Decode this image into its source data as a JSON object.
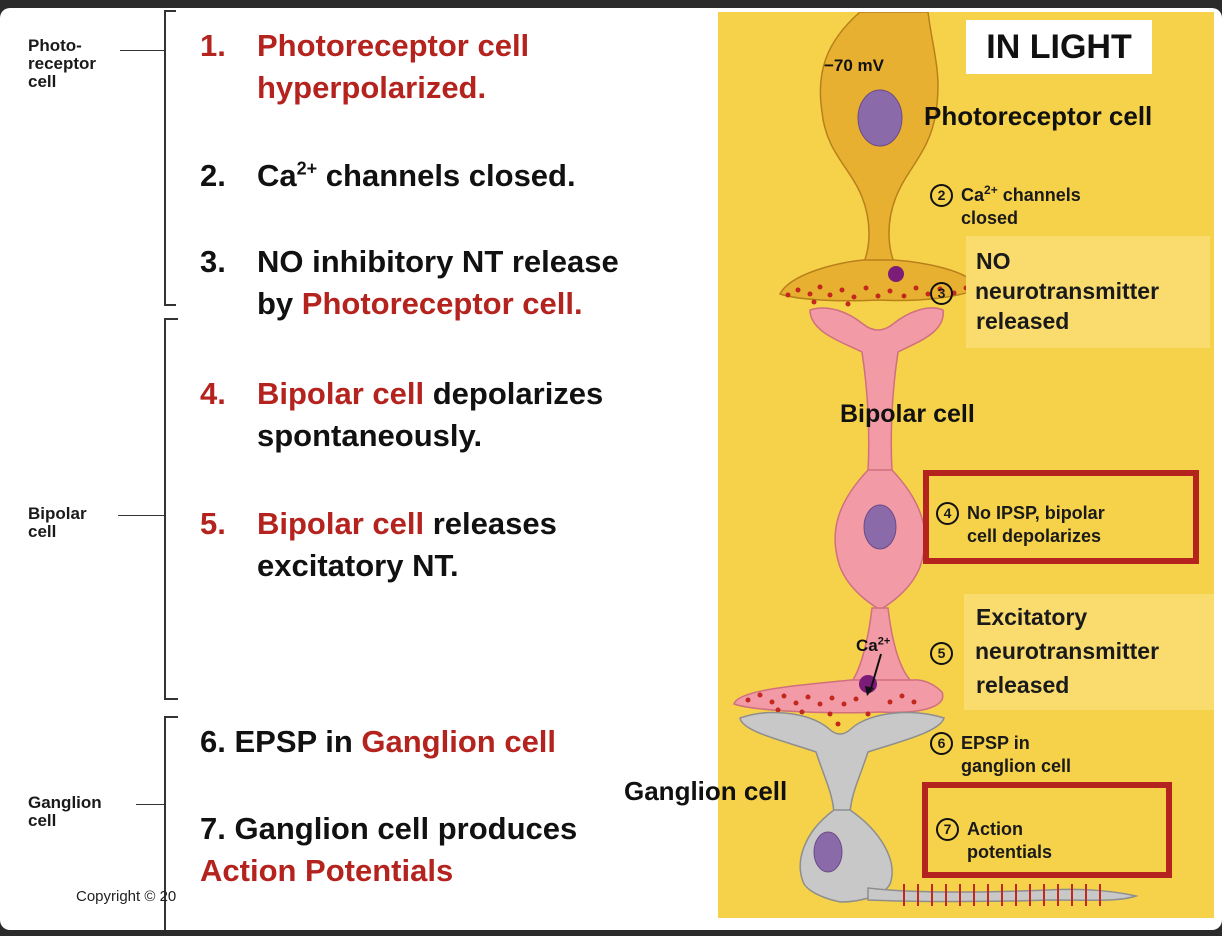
{
  "side_labels": {
    "photoreceptor": "Photo-\nreceptor\ncell",
    "bipolar": "Bipolar\ncell",
    "ganglion": "Ganglion\ncell"
  },
  "steps": {
    "s1": {
      "num": "1.",
      "a": "Photoreceptor cell",
      "b": "hyperpolarized."
    },
    "s2": {
      "num": "2.",
      "pre": "Ca",
      "sup": "2+",
      "post": " channels closed."
    },
    "s3": {
      "num": "3.",
      "a": "NO inhibitory NT release",
      "b_pre": "by ",
      "b_red": "Photoreceptor cell."
    },
    "s4": {
      "num": "4.",
      "red": "Bipolar cell",
      "rest": " depolarizes",
      "b": "spontaneously."
    },
    "s5": {
      "num": "5.",
      "red": "Bipolar cell",
      "rest": " releases",
      "b": "excitatory NT."
    },
    "s6": {
      "pre": "6. EPSP in ",
      "red": "Ganglion cell"
    },
    "s7": {
      "a": "7. Ganglion cell produces",
      "b": "Action Potentials"
    }
  },
  "copyright": "Copyright © 20",
  "panel": {
    "title": "IN LIGHT",
    "voltage": "−70 mV",
    "photoreceptor_label": "Photoreceptor cell",
    "bipolar_label": "Bipolar cell",
    "ganglion_label": "Ganglion cell",
    "ca_label": "Ca",
    "ca_sup": "2+",
    "callouts": {
      "c2": {
        "num": "2",
        "pre": "Ca",
        "sup": "2+",
        "post": " channels",
        "b": "closed"
      },
      "c3": {
        "num": "3",
        "a": "NO",
        "b": "neurotransmitter",
        "c": "released"
      },
      "c4": {
        "num": "4",
        "a": "No IPSP, bipolar",
        "b": "cell depolarizes"
      },
      "c5": {
        "num": "5",
        "a": "Excitatory",
        "b": "neurotransmitter",
        "c": "released"
      },
      "c6": {
        "num": "6",
        "a": "EPSP in",
        "b": "ganglion cell"
      },
      "c7": {
        "num": "7",
        "a": "Action",
        "b": "potentials"
      }
    }
  },
  "colors": {
    "accent_red": "#b5231e",
    "panel_yellow": "#f6d24a",
    "bipolar_pink": "#f29aa6",
    "photoreceptor_gold": "#e8b030",
    "ganglion_gray": "#c8c8c8"
  }
}
